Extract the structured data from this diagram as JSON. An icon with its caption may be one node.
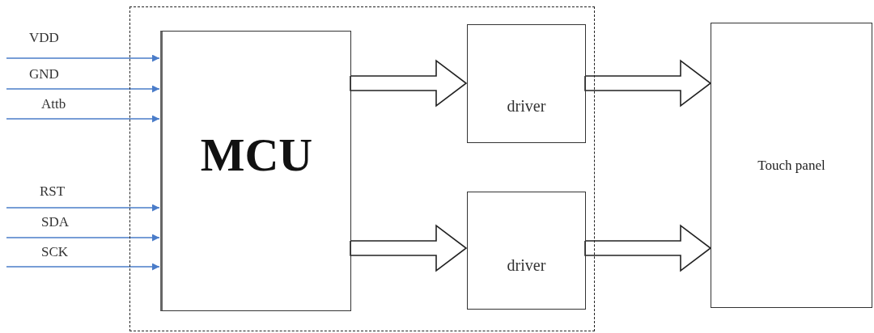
{
  "diagram": {
    "nodes": [
      {
        "text": [],
        "shape": "box"
      },
      {
        "text": [
          "MCU"
        ],
        "in": 0
      },
      {
        "text": [
          "driver"
        ],
        "in": 0
      },
      {
        "text": [
          "driver"
        ],
        "in": 0
      },
      {
        "text": [
          "Touch panel"
        ]
      }
    ],
    "edges": [
      {
        "from": null,
        "to": 1,
        "arrow": "to",
        "label": "VDD",
        "color": "#4a7cc9"
      },
      {
        "from": null,
        "to": 1,
        "arrow": "to",
        "label": "GND",
        "color": "#4a7cc9"
      },
      {
        "from": null,
        "to": 1,
        "arrow": "to",
        "label": "Attb",
        "color": "#4a7cc9"
      },
      {
        "from": null,
        "to": 1,
        "arrow": "to",
        "label": "RST",
        "color": "#4a7cc9"
      },
      {
        "from": null,
        "to": 1,
        "arrow": "to",
        "label": "SDA",
        "color": "#4a7cc9"
      },
      {
        "from": null,
        "to": 1,
        "arrow": "to",
        "label": "SCK",
        "color": "#4a7cc9"
      },
      {
        "from": 1,
        "to": 2,
        "arrow": "to",
        "style": "thick",
        "color": "#222222"
      },
      {
        "from": 1,
        "to": 3,
        "arrow": "to",
        "style": "thick",
        "color": "#222222"
      },
      {
        "from": 2,
        "to": 4,
        "arrow": "to",
        "style": "thick",
        "color": "#222222"
      },
      {
        "from": 3,
        "to": 4,
        "arrow": "to",
        "style": "thick",
        "color": "#222222"
      }
    ]
  }
}
